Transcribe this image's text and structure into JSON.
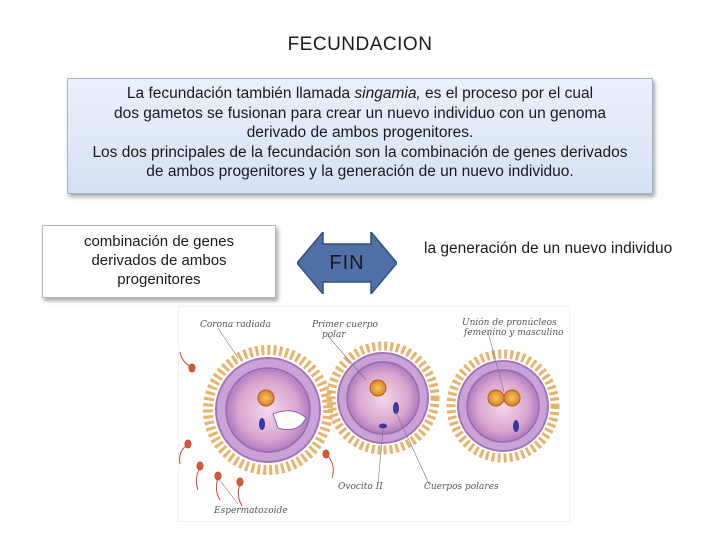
{
  "title": "FECUNDACION",
  "intro": {
    "line1_pre": "La fecundación también llamada ",
    "line1_italic": "singamia,",
    "line1_post": " es el proceso por el cual",
    "line2": "dos gametos  se fusionan para crear un nuevo individuo con un genoma",
    "line3": "derivado de ambos progenitores.",
    "line4": "Los dos principales de la fecundación son la combinación de genes derivados",
    "line5": "de ambos progenitores y la generación de un nuevo individuo."
  },
  "left_box": {
    "line1": "combinación de genes",
    "line2": "derivados de ambos",
    "line3": "progenitores"
  },
  "arrow": {
    "label": "FIN",
    "fill_color": "#4f6fa6"
  },
  "right_text": "la generación de un nuevo individuo",
  "figure_labels": {
    "corona": "Corona radiada",
    "primer": "Primer cuerpo",
    "polar": "polar",
    "union1": "Unión de pronúcleos",
    "union2": "femenino y masculino",
    "ovocito": "Ovocito II",
    "cuerpos": "Cuerpos polares",
    "esperma": "Espermatozoide"
  }
}
